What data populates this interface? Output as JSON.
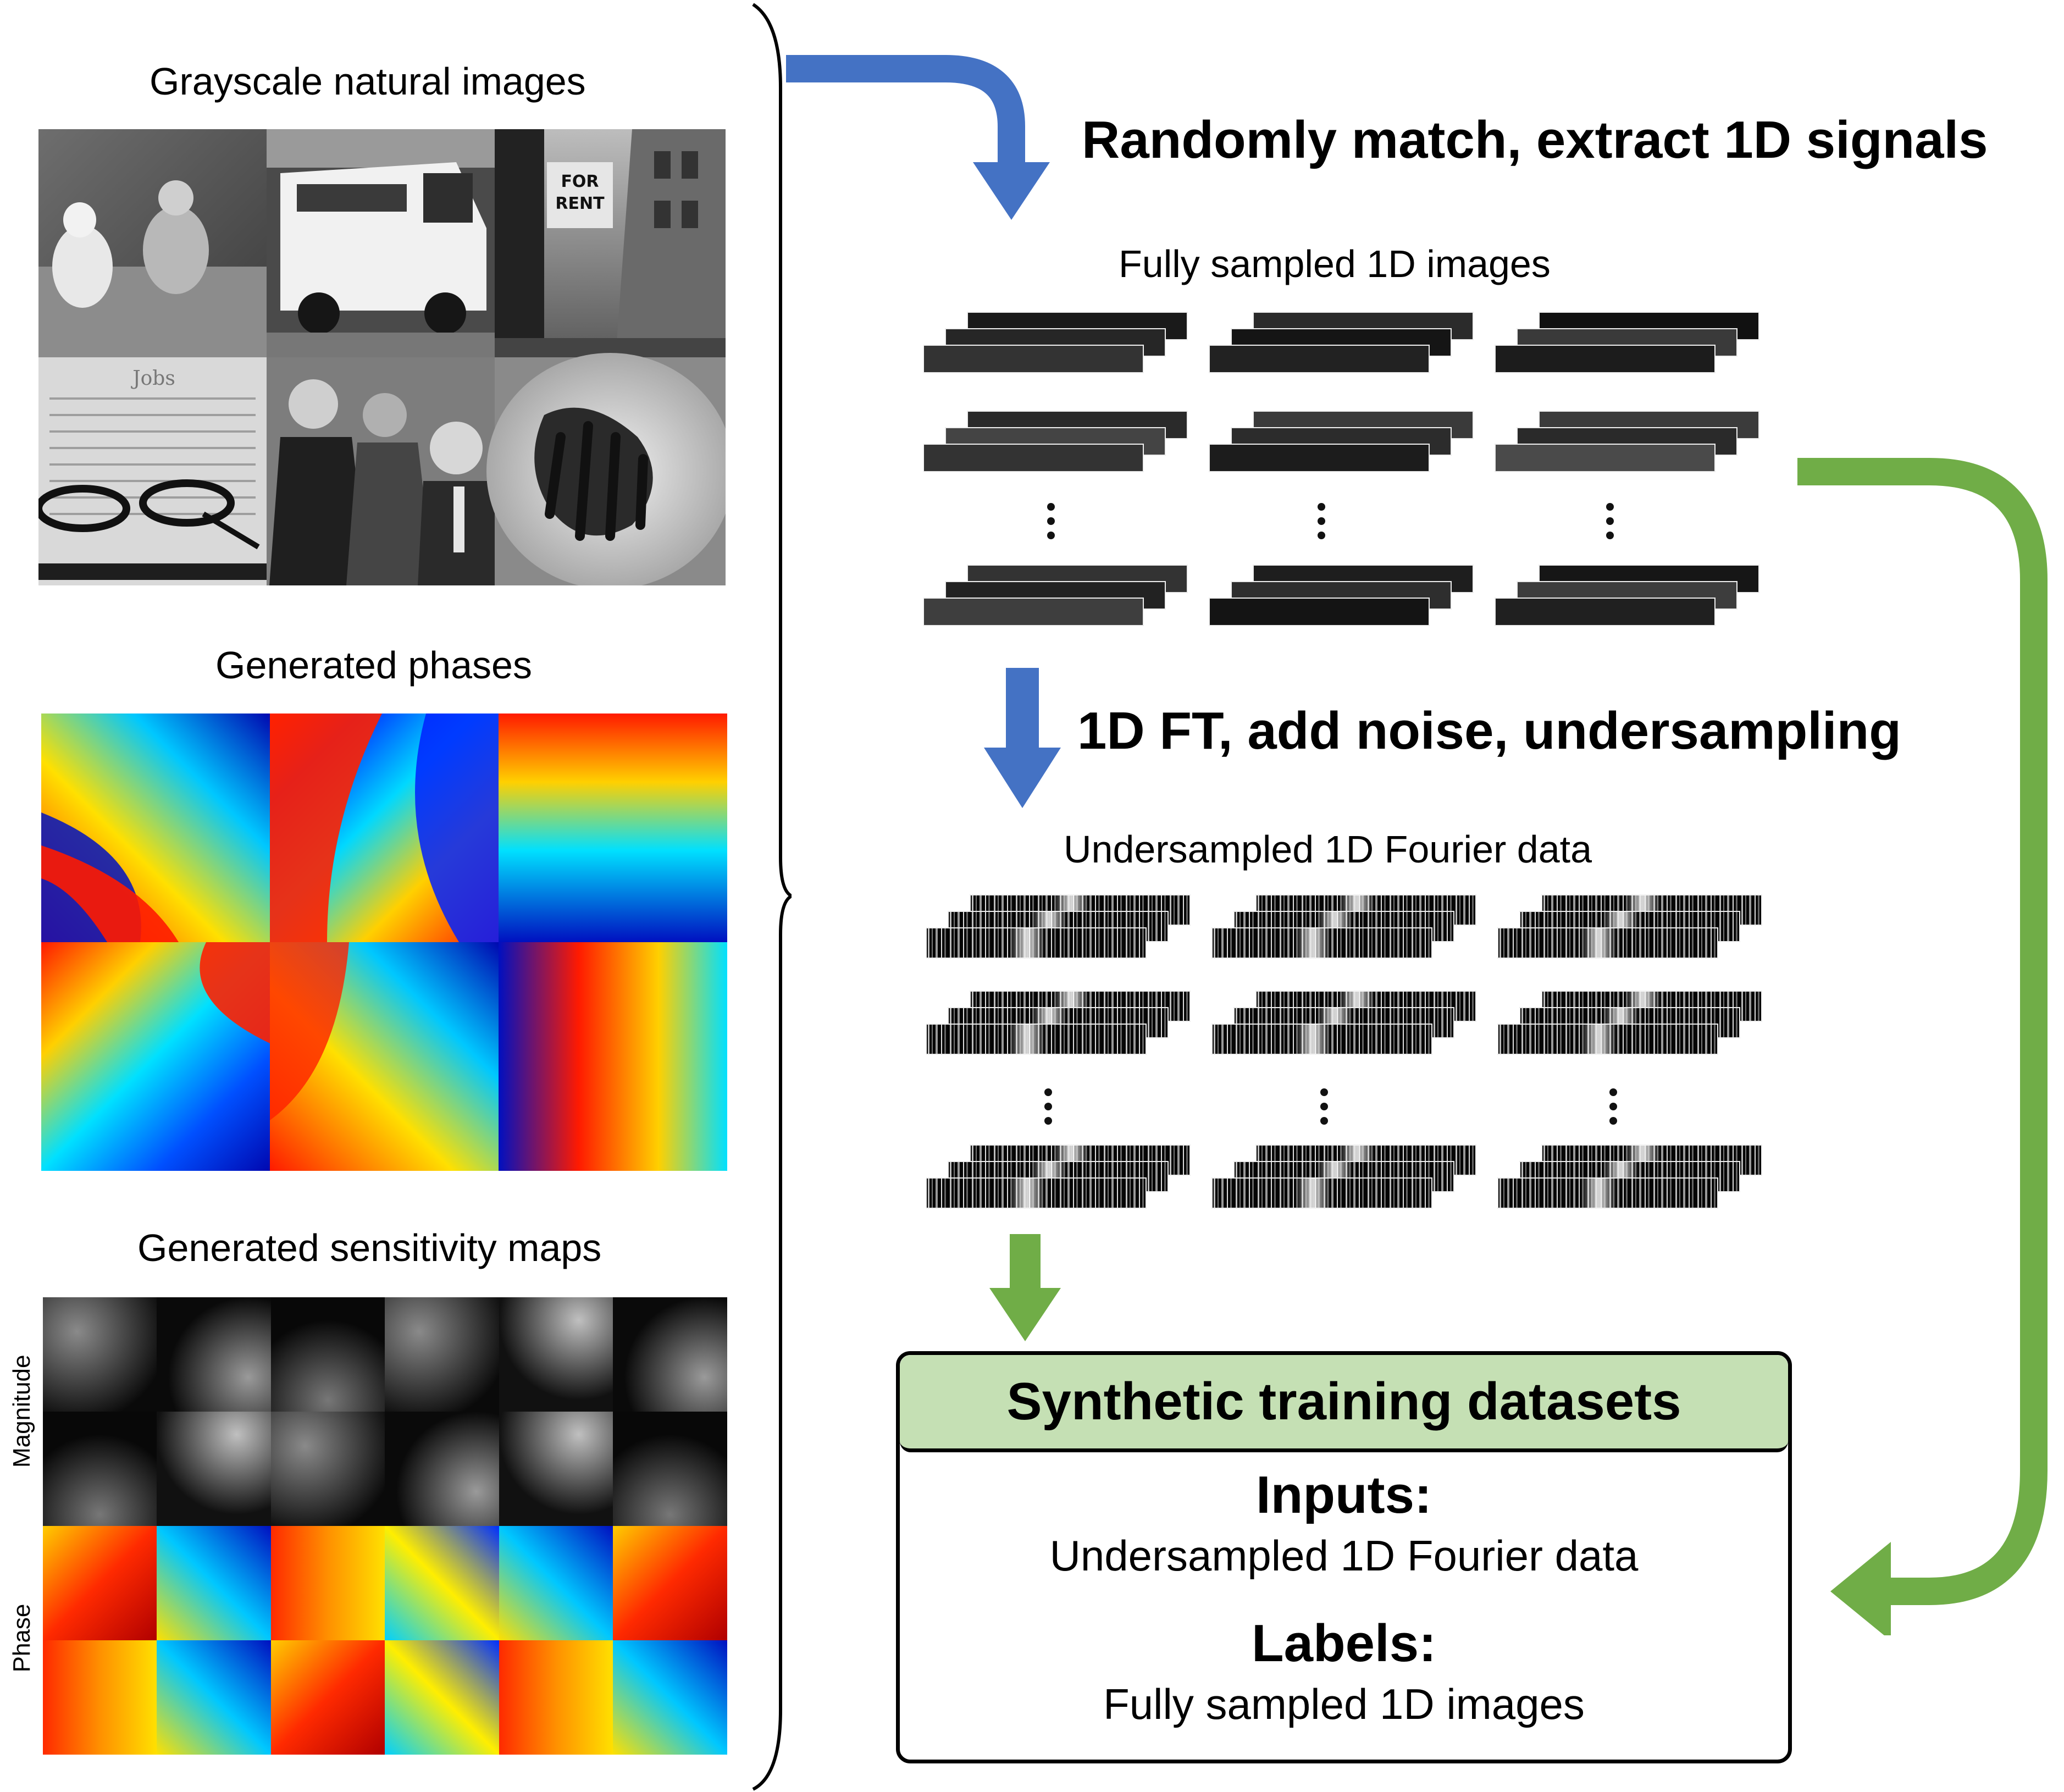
{
  "left": {
    "natural_title": "Grayscale natural images",
    "phases_title": "Generated phases",
    "sensitivity_title": "Generated sensitivity maps",
    "magnitude_label": "Magnitude",
    "phase_label": "Phase",
    "natural_tiles": [
      "dogs",
      "van",
      "street",
      "document-glasses",
      "crowd",
      "food"
    ]
  },
  "pipeline": {
    "step1": "Randomly match, extract 1D signals",
    "fully_sampled_title": "Fully sampled 1D images",
    "step2": "1D FT, add noise, undersampling",
    "undersampled_title": "Undersampled 1D Fourier data"
  },
  "box": {
    "title": "Synthetic training datasets",
    "inputs_head": "Inputs:",
    "inputs_text": "Undersampled 1D Fourier data",
    "labels_head": "Labels:",
    "labels_text": "Fully sampled 1D images"
  },
  "colors": {
    "blue_arrow": "#4472c4",
    "green_arrow": "#70ad47",
    "box_header_fill": "#c5e0b4"
  },
  "icons": {
    "step_arrow": "down-arrow-icon",
    "loop_arrow": "curved-arrow-icon",
    "continuation": "vertical-ellipsis-icon"
  }
}
